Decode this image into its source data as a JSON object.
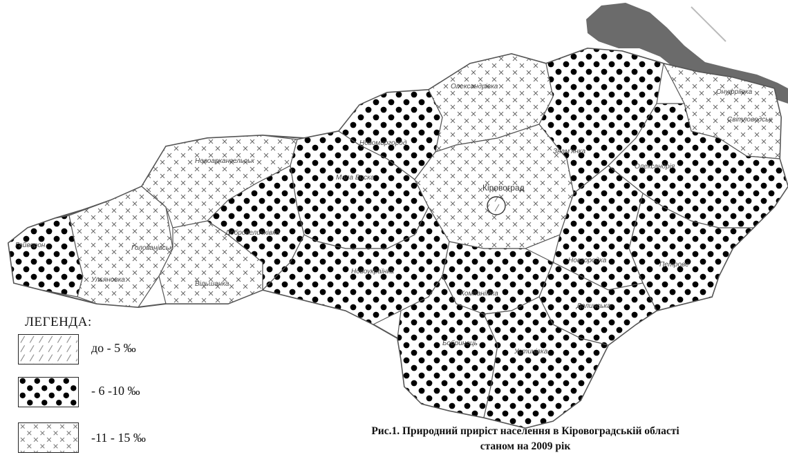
{
  "legend": {
    "title": "ЛЕГЕНДА:",
    "items": [
      {
        "label": "до - 5 ‰",
        "pattern": "hatch"
      },
      {
        "label": "- 6 -10 ‰",
        "pattern": "dots"
      },
      {
        "label": "-11 - 15 ‰",
        "pattern": "cross"
      }
    ]
  },
  "caption": {
    "line1": "Рис.1. Природний приріст населення в Кіровоградській області",
    "line2": "станом на 2009 рік"
  },
  "city": "Кіровоград",
  "districts": {
    "novoarkhanhelsk": "Новоархангельськ",
    "haivoron": "Гайворон",
    "holovanivsk": "Голованівськ",
    "ulianivka": "Ульяновка",
    "vilshanka": "Вільшанка",
    "dobrovelychkivka": "Добровеличківка",
    "male_vyskе": "Мала Виска",
    "novomyrhorod": "Новомиргород",
    "onufriivka_n": "Олександрівка",
    "onufriivka": "Онуфріївка",
    "znamianka": "Знам'янка",
    "oleksandriia": "Олександрія",
    "svitlovodsk": "Світловодськ",
    "novoukrainka": "Новоукраїнка",
    "kompaniivka": "Компаніївка",
    "novhorodka": "Новгородка",
    "petrove": "Петрове",
    "dolynska": "Долинська",
    "bobrynets": "Бобринець",
    "ustynivka": "Устинівка"
  },
  "colors": {
    "water": "#6b6b6b",
    "border": "#555555",
    "dot": "#000000",
    "cross": "#555555"
  }
}
